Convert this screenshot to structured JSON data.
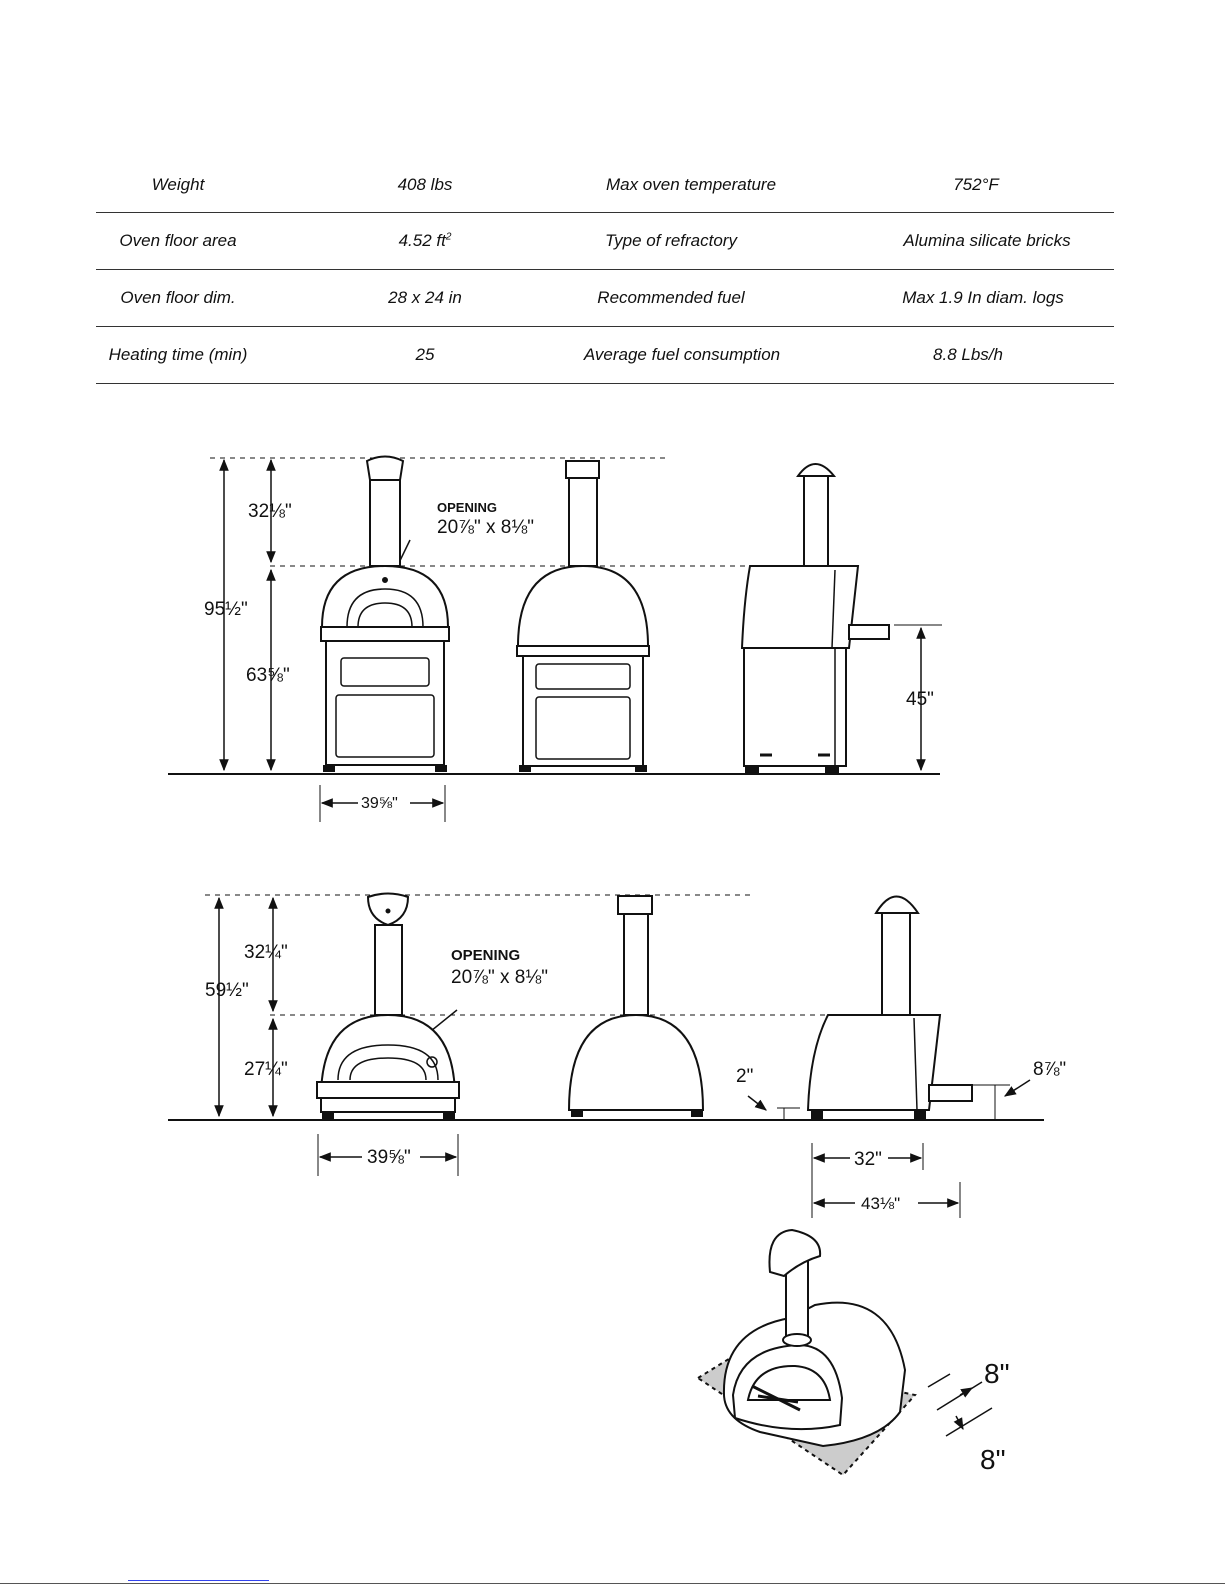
{
  "specs": {
    "rows": [
      {
        "label1": "Weight",
        "value1": "408 lbs",
        "label2": "Max oven temperature",
        "value2": "752°F"
      },
      {
        "label1": "Oven floor area",
        "value1": "4.52 ft",
        "value1_sup": "2",
        "label2": "Type of refractory",
        "value2": "Alumina silicate bricks"
      },
      {
        "label1": "Oven floor dim.",
        "value1": "28 x 24 in",
        "label2": "Recommended fuel",
        "value2": "Max 1.9 In diam. logs"
      },
      {
        "label1": "Heating time (min)",
        "value1": "25",
        "label2": "Average fuel consumption",
        "value2": "8.8 Lbs/h"
      }
    ]
  },
  "diagram_top": {
    "chimney_height": "32⅛\"",
    "total_height": "95½\"",
    "body_height": "63⅝\"",
    "opening_title": "OPENING",
    "opening_size": "20⅞\" x 8⅛\"",
    "width": "39⅝\"",
    "side_height": "45\""
  },
  "diagram_bottom": {
    "chimney_height": "32¼\"",
    "total_height": "59½\"",
    "body_height": "27¼\"",
    "opening_title": "OPENING",
    "opening_size": "20⅞\" x 8⅛\"",
    "width": "39⅝\"",
    "foot_height": "2\"",
    "shelf_height": "8⅞\"",
    "depth": "32\"",
    "depth_total": "43⅛\""
  },
  "clearance": {
    "side": "8\"",
    "rear": "8\""
  }
}
